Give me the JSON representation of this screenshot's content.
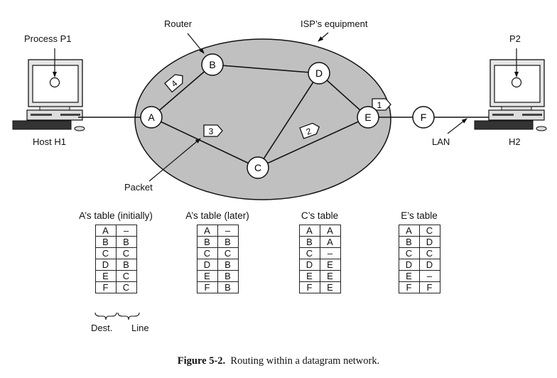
{
  "figure": {
    "caption_label": "Figure 5-2.",
    "caption_text": "Routing within a datagram network.",
    "labels": {
      "process_p1": "Process P1",
      "host_h1": "Host H1",
      "router": "Router",
      "isp": "ISP’s equipment",
      "packet": "Packet",
      "p2": "P2",
      "h2": "H2",
      "lan": "LAN"
    },
    "nodes": [
      {
        "id": "A",
        "label": "A"
      },
      {
        "id": "B",
        "label": "B"
      },
      {
        "id": "C",
        "label": "C"
      },
      {
        "id": "D",
        "label": "D"
      },
      {
        "id": "E",
        "label": "E"
      },
      {
        "id": "F",
        "label": "F"
      }
    ],
    "links": [
      [
        "A",
        "B"
      ],
      [
        "A",
        "C"
      ],
      [
        "B",
        "D"
      ],
      [
        "C",
        "D"
      ],
      [
        "C",
        "E"
      ],
      [
        "D",
        "E"
      ],
      [
        "E",
        "F"
      ]
    ],
    "packets": [
      {
        "label": "1",
        "between": [
          "E",
          "F"
        ]
      },
      {
        "label": "2",
        "between": [
          "C",
          "E"
        ]
      },
      {
        "label": "3",
        "between": [
          "A",
          "C"
        ]
      },
      {
        "label": "4",
        "between": [
          "A",
          "B"
        ]
      }
    ],
    "colors": {
      "cloud": "#c0c0c0",
      "stroke": "#111111",
      "node_fill": "#ffffff"
    }
  },
  "tables": [
    {
      "title": "A’s table (initially)",
      "rows": [
        [
          "A",
          "–"
        ],
        [
          "B",
          "B"
        ],
        [
          "C",
          "C"
        ],
        [
          "D",
          "B"
        ],
        [
          "E",
          "C"
        ],
        [
          "F",
          "C"
        ]
      ],
      "column_labels": [
        "Dest.",
        "Line"
      ]
    },
    {
      "title": "A’s table (later)",
      "rows": [
        [
          "A",
          "–"
        ],
        [
          "B",
          "B"
        ],
        [
          "C",
          "C"
        ],
        [
          "D",
          "B"
        ],
        [
          "E",
          "B"
        ],
        [
          "F",
          "B"
        ]
      ]
    },
    {
      "title": "C’s table",
      "rows": [
        [
          "A",
          "A"
        ],
        [
          "B",
          "A"
        ],
        [
          "C",
          "–"
        ],
        [
          "D",
          "E"
        ],
        [
          "E",
          "E"
        ],
        [
          "F",
          "E"
        ]
      ]
    },
    {
      "title": "E’s table",
      "rows": [
        [
          "A",
          "C"
        ],
        [
          "B",
          "D"
        ],
        [
          "C",
          "C"
        ],
        [
          "D",
          "D"
        ],
        [
          "E",
          "–"
        ],
        [
          "F",
          "F"
        ]
      ]
    }
  ]
}
